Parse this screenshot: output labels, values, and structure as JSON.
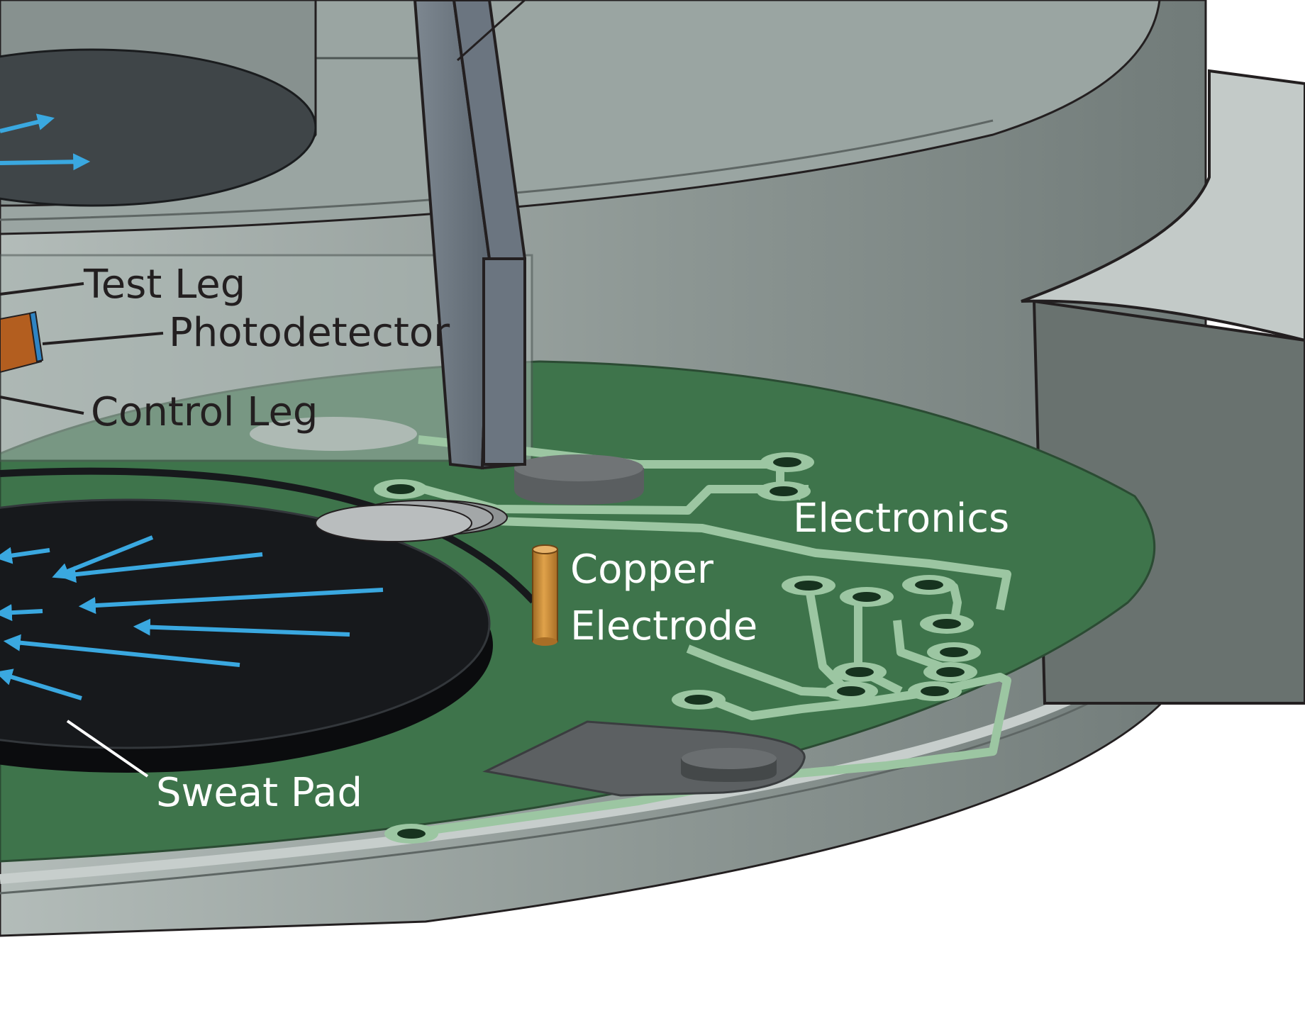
{
  "labels": {
    "test_leg": "Test Leg",
    "photodetector": "Photodetector",
    "control_leg": "Control Leg",
    "electronics": "Electronics",
    "copper_electrode_line1": "Copper",
    "copper_electrode_line2": "Electrode",
    "sweat_pad": "Sweat Pad"
  },
  "colors": {
    "pcb_green": "#3e744b",
    "trace_green": "#9cc6a2",
    "sweat_pad_black": "#17191c",
    "flow_arrow_blue": "#3aa8e0",
    "copper": "#c98a34",
    "housing_gray": "#8f9896",
    "outline": "#231f20"
  },
  "icons": {
    "flow_arrows": "arrow-right-icon",
    "photodetector": "photodetector-icon"
  }
}
